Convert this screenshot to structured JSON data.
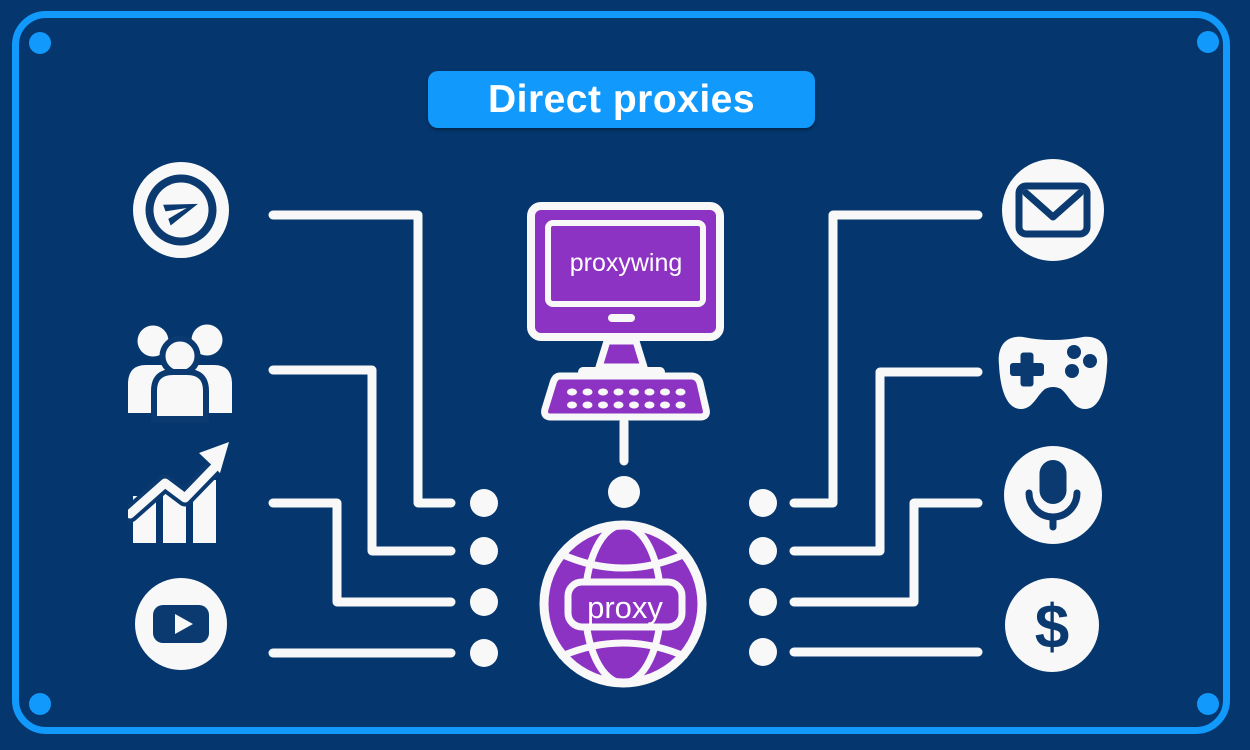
{
  "title": {
    "label": "Direct proxies"
  },
  "hub": {
    "computer_label": "proxywing",
    "globe_label": "proxy"
  },
  "left_nodes": [
    {
      "name": "telegram",
      "icon": "telegram-icon"
    },
    {
      "name": "users",
      "icon": "users-group-icon"
    },
    {
      "name": "growth",
      "icon": "growth-chart-icon"
    },
    {
      "name": "youtube",
      "icon": "youtube-icon"
    }
  ],
  "right_nodes": [
    {
      "name": "email",
      "icon": "email-icon"
    },
    {
      "name": "gamepad",
      "icon": "gamepad-icon"
    },
    {
      "name": "microphone",
      "icon": "microphone-icon"
    },
    {
      "name": "dollar",
      "icon": "dollar-icon",
      "glyph": "$"
    }
  ],
  "connections": {
    "left_to_hub": [
      "telegram",
      "users",
      "growth",
      "youtube"
    ],
    "right_to_hub": [
      "email",
      "gamepad",
      "microphone",
      "dollar"
    ],
    "hub_chain": [
      "proxywing-computer",
      "proxy-globe"
    ]
  },
  "colors": {
    "background": "#05376e",
    "accent_blue": "#119afc",
    "purple": "#8d33c4",
    "icon_navy": "#0a3a70",
    "line_white": "#f8f8f8"
  }
}
